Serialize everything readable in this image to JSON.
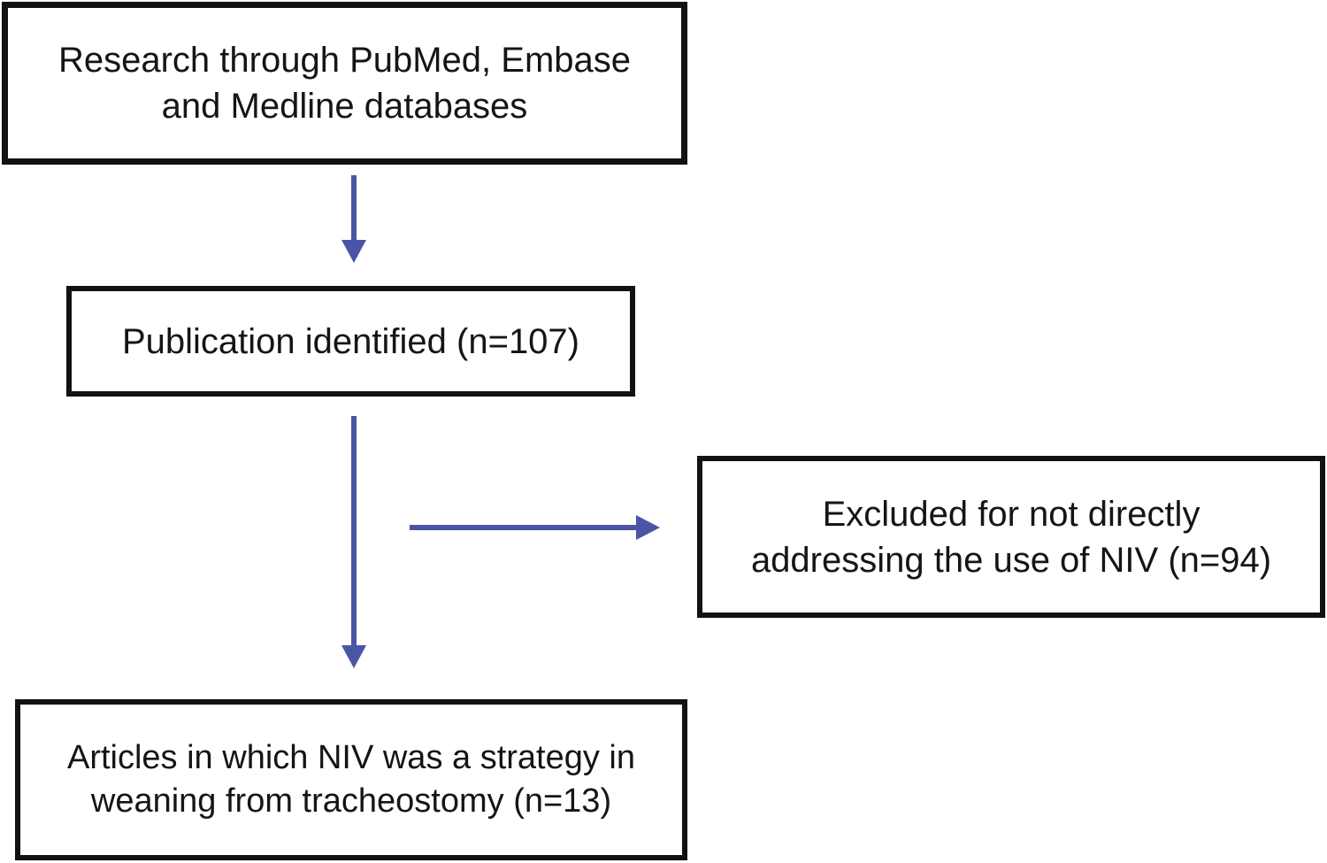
{
  "diagram": {
    "type": "flowchart",
    "arrow_color": "#4A55A5",
    "border_color": "#121212",
    "nodes": {
      "source": {
        "lines": [
          "Research through PubMed, Embase",
          "and Medline databases"
        ]
      },
      "identified": {
        "lines": [
          "Publication identified (n=107)"
        ]
      },
      "excluded": {
        "lines": [
          "Excluded for not directly",
          "addressing the use of NIV (n=94)"
        ]
      },
      "included": {
        "lines": [
          "Articles in which NIV was a strategy in",
          "weaning from tracheostomy (n=13)"
        ]
      }
    },
    "counts": {
      "identified": 107,
      "excluded": 94,
      "included": 13
    }
  }
}
